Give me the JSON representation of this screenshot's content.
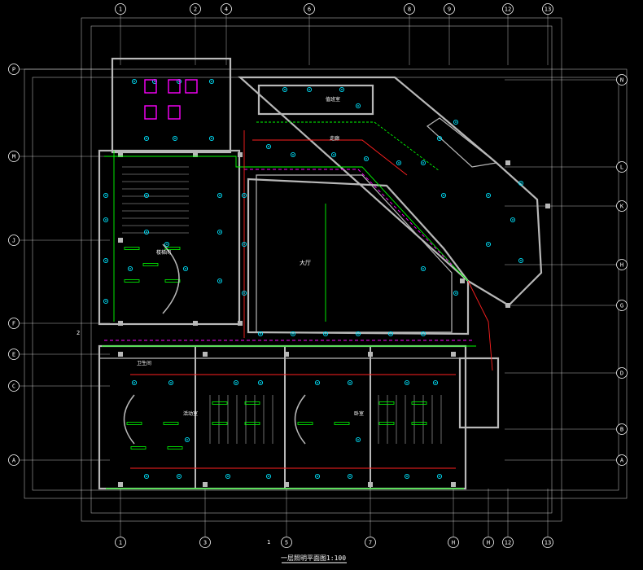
{
  "drawing": {
    "title": "一层照明平面图1:100",
    "background": "#000000",
    "colors": {
      "wall": "#b8b8b8",
      "axis_line": "#ffffff",
      "dim": "#ffffff",
      "green": "#00ff00",
      "red": "#ff2020",
      "magenta": "#ff00ff",
      "cyan": "#00e5ff",
      "yellow": "#ffff00"
    }
  },
  "axes": {
    "top": [
      "1",
      "2",
      "4",
      "6",
      "8",
      "9",
      "12",
      "13"
    ],
    "bottom": [
      "1",
      "3",
      "5",
      "7",
      "H",
      "H",
      "12",
      "13"
    ],
    "left": [
      "P",
      "M",
      "J",
      "F",
      "E",
      "C",
      "A"
    ],
    "right": [
      "N",
      "L",
      "K",
      "H",
      "G",
      "D",
      "B",
      "A"
    ]
  },
  "rooms": {
    "hall": "大厅",
    "office": "值班室",
    "corridor": "走廊",
    "stair_note": "楼梯间",
    "classroom_a": "活动室",
    "classroom_b": "卧室",
    "toilet": "卫生间",
    "note_1": "2",
    "note_2": "1"
  }
}
